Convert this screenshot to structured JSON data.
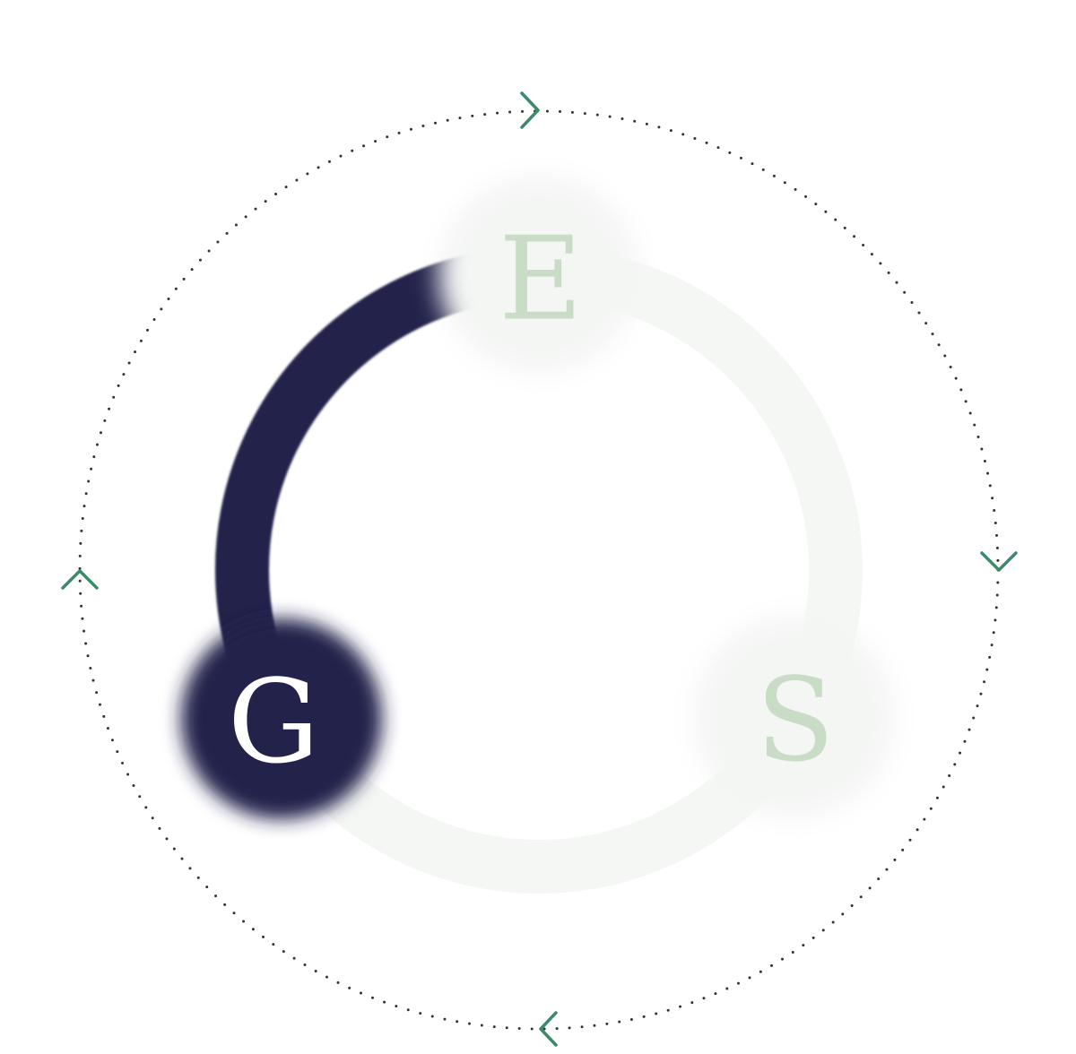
{
  "diagram": {
    "colors": {
      "inactive_ring": "#f5f7f5",
      "active_arc": "#22234b",
      "inactive_node": "#f4f6f4",
      "inactive_letter": "#c9dcc5",
      "active_node": "#22234b",
      "active_letter": "#ffffff",
      "orbit_dots": "#333333",
      "chevrons": "#3c8a6a"
    },
    "nodes": [
      {
        "id": "e",
        "letter": "E",
        "active": false
      },
      {
        "id": "s",
        "letter": "S",
        "active": false
      },
      {
        "id": "g",
        "letter": "G",
        "active": true
      }
    ],
    "orbit_chevrons": [
      {
        "name": "chevron-right-icon"
      },
      {
        "name": "chevron-down-icon"
      },
      {
        "name": "chevron-left-icon"
      },
      {
        "name": "chevron-up-icon"
      }
    ]
  }
}
